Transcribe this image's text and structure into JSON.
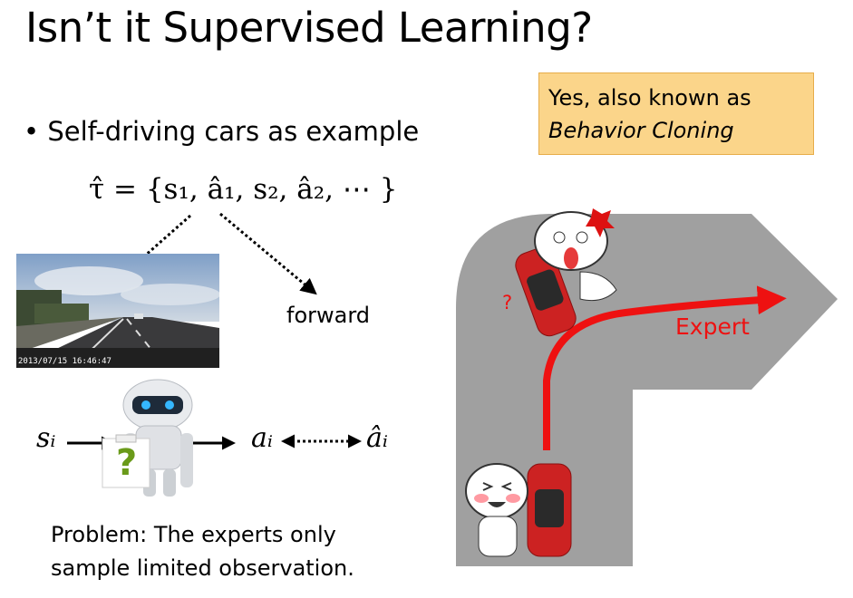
{
  "slide": {
    "title": "Isn’t it Supervised Learning?",
    "callout": {
      "line1": "Yes, also known as",
      "line2": "Behavior Cloning",
      "fill_color": "#fbd58a"
    },
    "bullet": "Self-driving cars as example",
    "formula": "τ̂ = {s₁, â₁, s₂, â₂, ⋯ }",
    "camera_timestamp": "2013/07/15 16:46:47",
    "action_label": "forward",
    "robot_diagram": {
      "input": "sᵢ",
      "box_symbol": "?",
      "output": "aᵢ",
      "target": "âᵢ"
    },
    "problem_line1": "Problem: The experts only",
    "problem_line2": "sample limited observation.",
    "road_diagram": {
      "path_label": "Expert",
      "crash_label": "?",
      "accent_color": "#ee1111"
    }
  }
}
